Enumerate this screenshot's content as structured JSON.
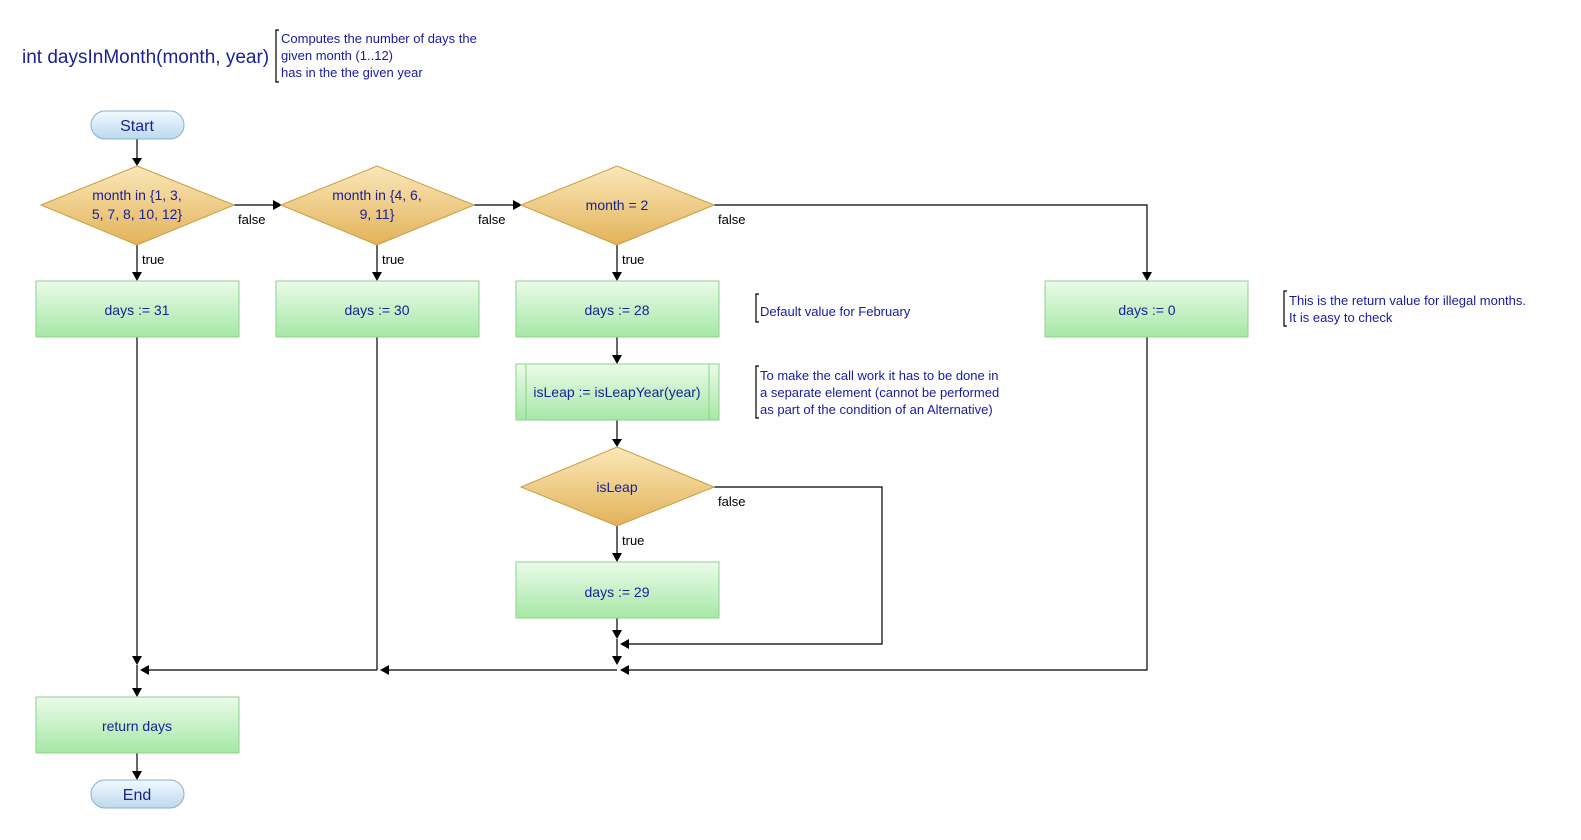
{
  "title": "int daysInMonth(month, year)",
  "comment_main": [
    "Computes the number of days the",
    "given month (1..12)",
    "has in the the given year"
  ],
  "nodes": {
    "start": "Start",
    "end": "End",
    "cond1": [
      "month in {1, 3,",
      "5, 7, 8, 10, 12}"
    ],
    "cond2": [
      "month in {4, 6,",
      "9, 11}"
    ],
    "cond3": "month = 2",
    "cond4": "isLeap",
    "days31": "days := 31",
    "days30": "days := 30",
    "days28": "days := 28",
    "days0": "days := 0",
    "isleap_call": "isLeap := isLeapYear(year)",
    "days29": "days := 29",
    "return": "return days"
  },
  "edge_labels": {
    "true": "true",
    "false": "false"
  },
  "comments": {
    "feb": [
      "Default value for February"
    ],
    "call": [
      "To make the call work it has to be done in",
      "a separate element (cannot be performed",
      "as part of the condition of an Alternative)"
    ],
    "illegal": [
      "This is the return value for illegal months.",
      "It is easy to check"
    ]
  },
  "colors": {
    "text": "#1a2196",
    "process_fill_top": "#eafbea",
    "process_fill_bottom": "#a6e8a6",
    "decision_fill_top": "#fbe8b8",
    "decision_fill_bottom": "#e2b25a",
    "terminal_fill_top": "#f2f9ff",
    "terminal_fill_bottom": "#bcd9ee"
  }
}
